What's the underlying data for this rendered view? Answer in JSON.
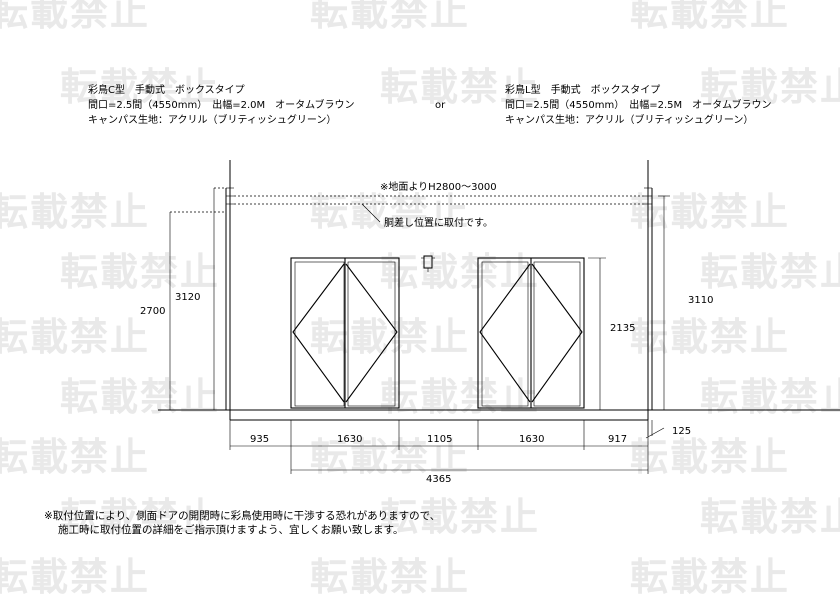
{
  "watermark": {
    "text": "転載禁止"
  },
  "spec_left": {
    "line1": "彩鳥C型　手動式　ボックスタイプ",
    "line2": "間口=2.5間（4550mm）　出幅=2.0M　オータムブラウン",
    "line3": "キャンパス生地：アクリル（ブリティッシュグリーン）"
  },
  "separator": "or",
  "spec_right": {
    "line1": "彩鳥L型　手動式　ボックスタイプ",
    "line2": "間口=2.5間（4550mm）　出幅=2.5M　オータムブラウン",
    "line3": "キャンパス生地：アクリル（ブリティッシュグリーン）"
  },
  "annotations": {
    "height_note": "※地面よりH2800～3000",
    "mount_note": "胴差し位置に取付です。"
  },
  "dimensions": {
    "left_outer": "2700",
    "left_inner": "3120",
    "right_wall": "3110",
    "door_height": "2135",
    "corner": "125",
    "bottom_chain": [
      "935",
      "1630",
      "1105",
      "1630",
      "917"
    ],
    "overall": "4365"
  },
  "footer": {
    "line1": "※取付位置により、側面ドアの開閉時に彩鳥使用時に干渉する恐れがありますので、",
    "line2": "施工時に取付位置の詳細をご指示頂けますよう、宜しくお願い致します。"
  }
}
